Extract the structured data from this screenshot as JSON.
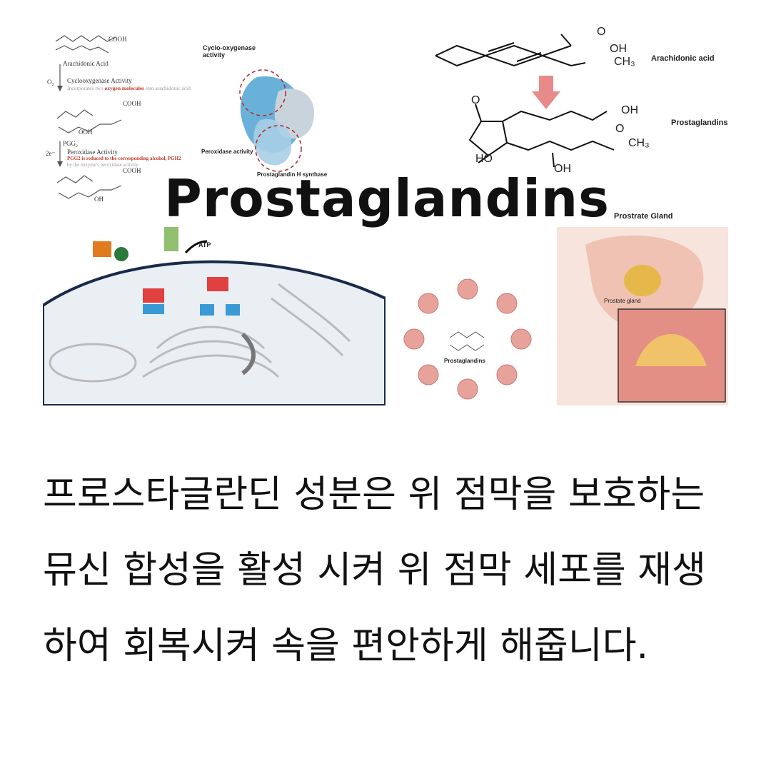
{
  "collage": {
    "title": "Prostaglandins",
    "top_left": {
      "compound1": "COOH",
      "compound1_name": "Arachidonic Acid",
      "step1_reagent": "O₂",
      "step1_label": "Cyclooxygenase Activity",
      "step1_note_a": "Incorporates two",
      "step1_note_red": "oxygen molecules",
      "step1_note_b": "into arachidonic acid",
      "compound2": "COOH",
      "compound2_sub": "OOH",
      "compound2_name": "PGG₂",
      "step2_reagent": "2e⁻",
      "step2_label": "Peroxidase Activity",
      "step2_note_red": "PGG2 is reduced to the corresponding alcohol, PGH2",
      "step2_note_b": "by the enzyme's peroxidase activity.",
      "compound3": "COOH",
      "compound3_sub": "OH"
    },
    "enzyme": {
      "cox_label": "Cyclo-oxygenase activity",
      "perox_label": "Peroxidase activity",
      "name": "Prostaglandin H synthase"
    },
    "top_right": {
      "arachidonic": "Arachidonic acid",
      "prostaglandins": "Prostaglandins",
      "o_top": "O",
      "oh_top": "OH",
      "ch3_top": "CH₃",
      "o_ring": "O",
      "oh_chain": "OH",
      "o_acid": "O",
      "ch3_chain": "CH₃",
      "ho": "HO",
      "oh_bottom": "OH"
    },
    "cell": {
      "atp": "ATP"
    },
    "circle_diagram": {
      "center": "Prostaglandins"
    },
    "prostate": {
      "title": "Prostrate Gland",
      "gland_label": "Prostate gland"
    }
  },
  "paragraph": "프로스타글란딘 성분은 위 점막을 보호하는 뮤신 합성을 활성 시켜 위 점막 세포를 재생하여 회복시켜 속을 편안하게 해줍니다.",
  "colors": {
    "text": "#111111",
    "enzyme_blue": "#5aa9d6",
    "enzyme_grey": "#c9d3dc",
    "arrow_pink": "#e88a8a",
    "tissue_pink": "#e7a39a"
  }
}
